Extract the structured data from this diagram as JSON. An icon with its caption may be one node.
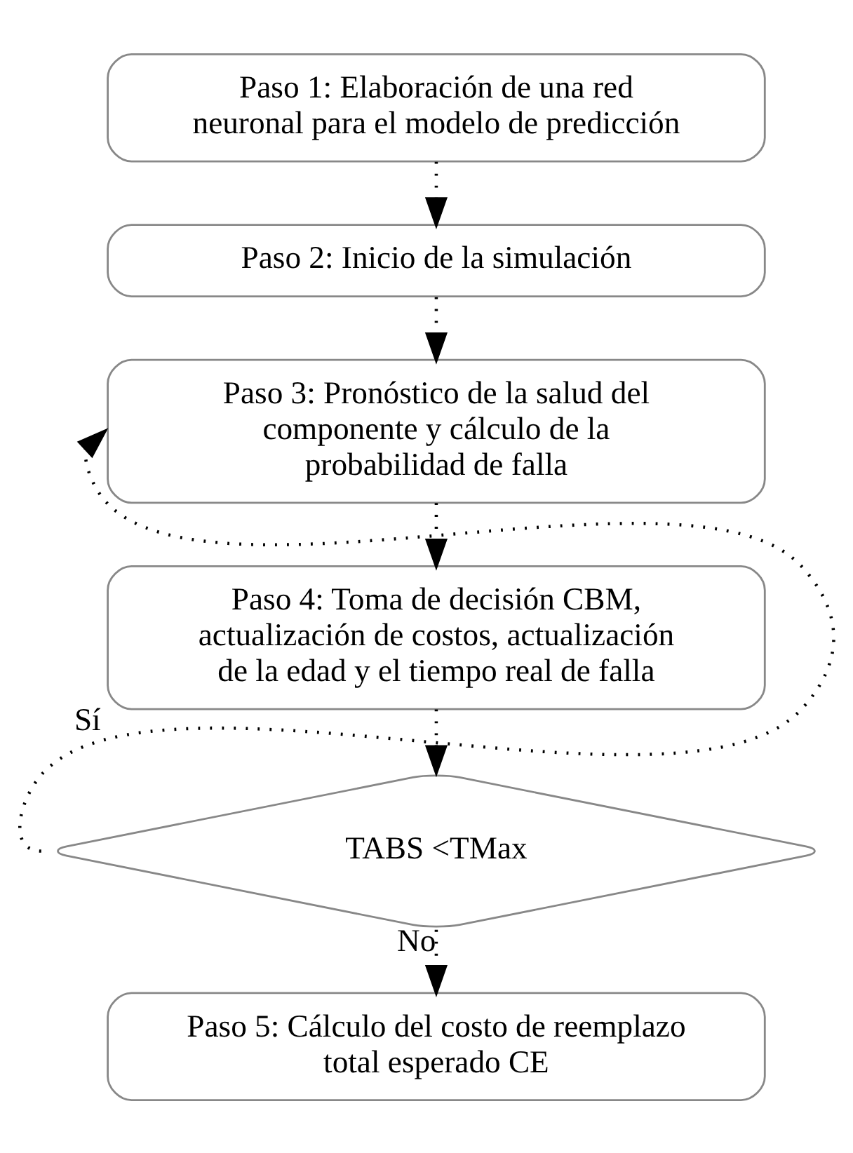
{
  "diagram": {
    "nodes": [
      {
        "text": [
          "Paso 1: Elaboración de una red neuronal para el modelo de predicción"
        ]
      },
      {
        "text": [
          "Paso 2: Inicio de la simulación"
        ]
      },
      {
        "text": [
          "Paso 3: Pronóstico de la salud del componente y cálculo de la probabilidad de falla"
        ]
      },
      {
        "text": [
          "Paso 4: Toma de decisión CBM, actualización de costos, actualización de la edad y el tiempo real de falla"
        ]
      },
      {
        "text": [
          "TABS <TMax"
        ]
      },
      {
        "text": [
          "Paso 5: Cálculo del costo de reemplazo total esperado CE"
        ]
      }
    ],
    "edges": [
      {
        "from": 0,
        "to": 1,
        "arrow": "to",
        "style": "dashed"
      },
      {
        "from": 1,
        "to": 2,
        "arrow": "to",
        "style": "dashed"
      },
      {
        "from": 2,
        "to": 3,
        "arrow": "to",
        "style": "dashed"
      },
      {
        "from": 3,
        "to": 4,
        "arrow": "to",
        "style": "dashed"
      },
      {
        "from": 4,
        "to": 2,
        "arrow": "to",
        "style": "dashed",
        "label": "Sí"
      },
      {
        "from": 4,
        "to": 5,
        "arrow": "to",
        "style": "dashed",
        "label": "No"
      }
    ]
  }
}
